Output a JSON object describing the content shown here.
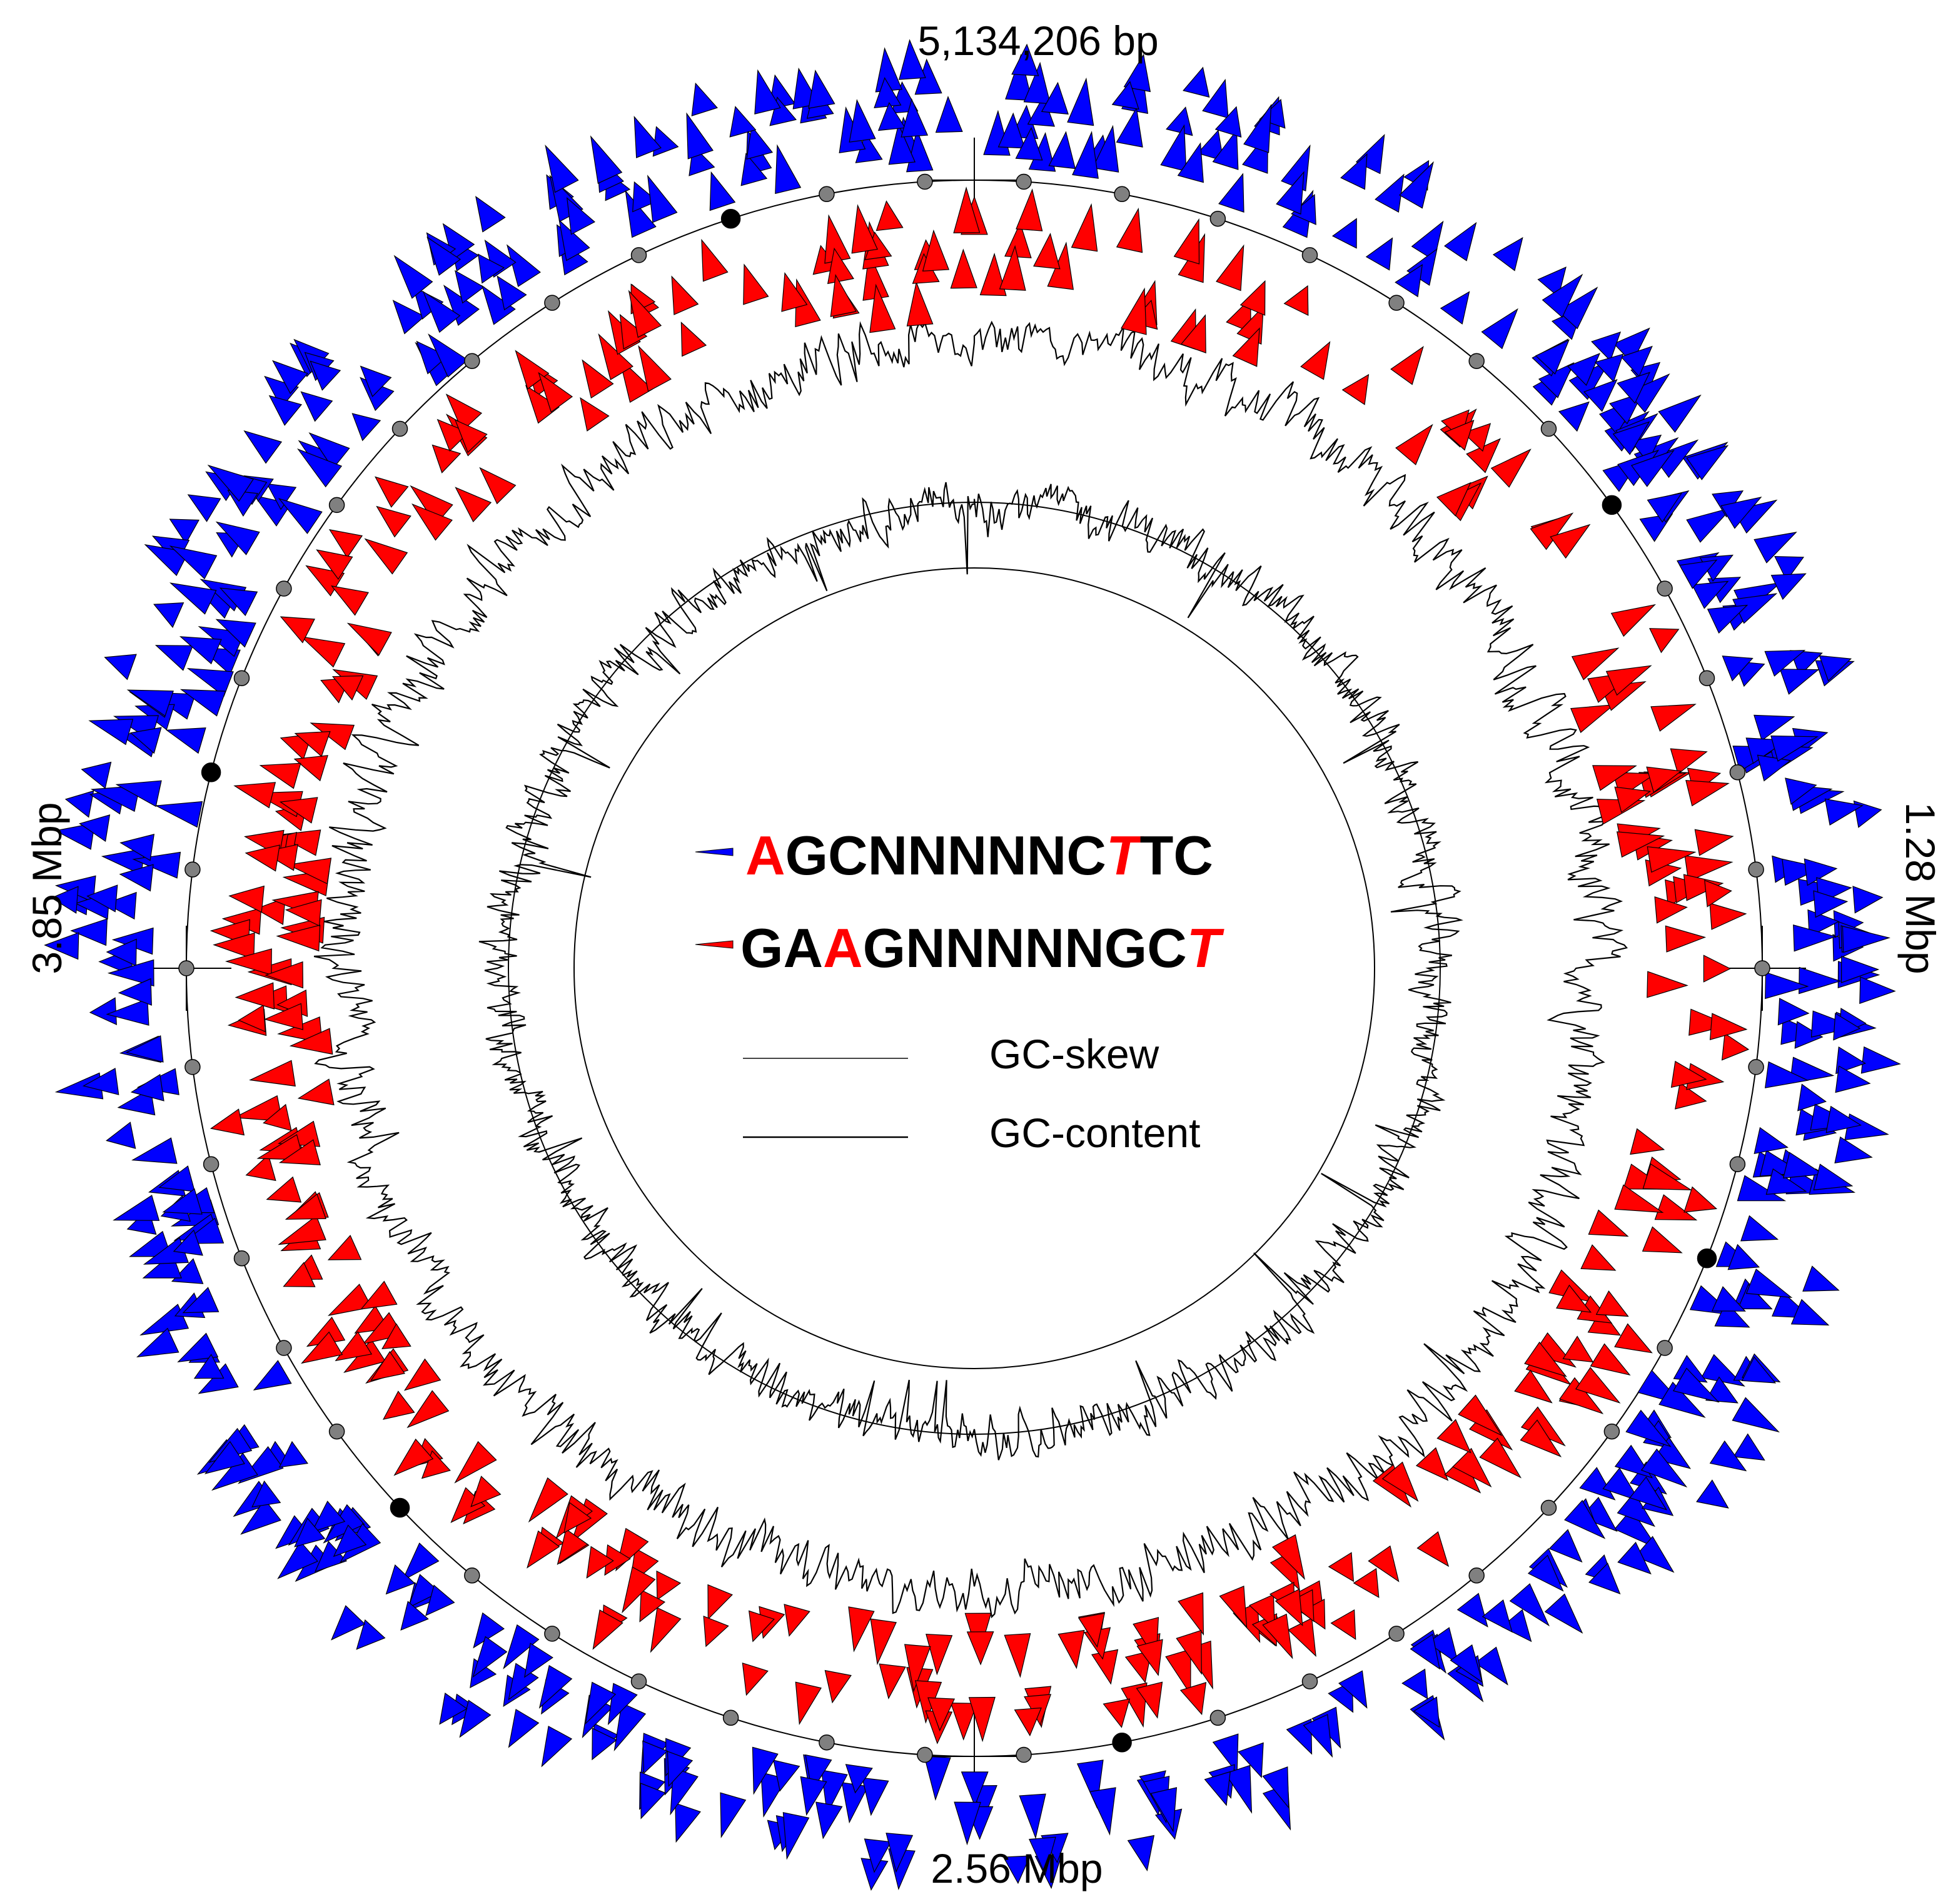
{
  "labels": {
    "top": "5,134,206 bp",
    "right": "1.28 Mbp",
    "bottom": "2.56 Mbp",
    "left": "3.85 Mbp"
  },
  "motifs": [
    {
      "name": "forward",
      "color": "#0000ff",
      "parts": [
        {
          "text": "A",
          "color": "#ff0000",
          "italic": false
        },
        {
          "text": "GCNNNNNC",
          "color": "#000000",
          "italic": false
        },
        {
          "text": "T",
          "color": "#ff0000",
          "italic": true
        },
        {
          "text": "TC",
          "color": "#000000",
          "italic": false
        }
      ]
    },
    {
      "name": "reverse",
      "color": "#ff0000",
      "parts": [
        {
          "text": "GA",
          "color": "#000000",
          "italic": false
        },
        {
          "text": "A",
          "color": "#ff0000",
          "italic": false
        },
        {
          "text": "GNNNNNGC",
          "color": "#000000",
          "italic": false
        },
        {
          "text": "T",
          "color": "#ff0000",
          "italic": true
        }
      ]
    }
  ],
  "legend": [
    {
      "label": "GC-skew",
      "color": "#444444"
    },
    {
      "label": "GC-content",
      "color": "#000000"
    }
  ],
  "colors": {
    "forward_site": "#0000ff",
    "reverse_site": "#ff0000",
    "marker_minor": "#808080",
    "marker_major": "#000000"
  }
}
